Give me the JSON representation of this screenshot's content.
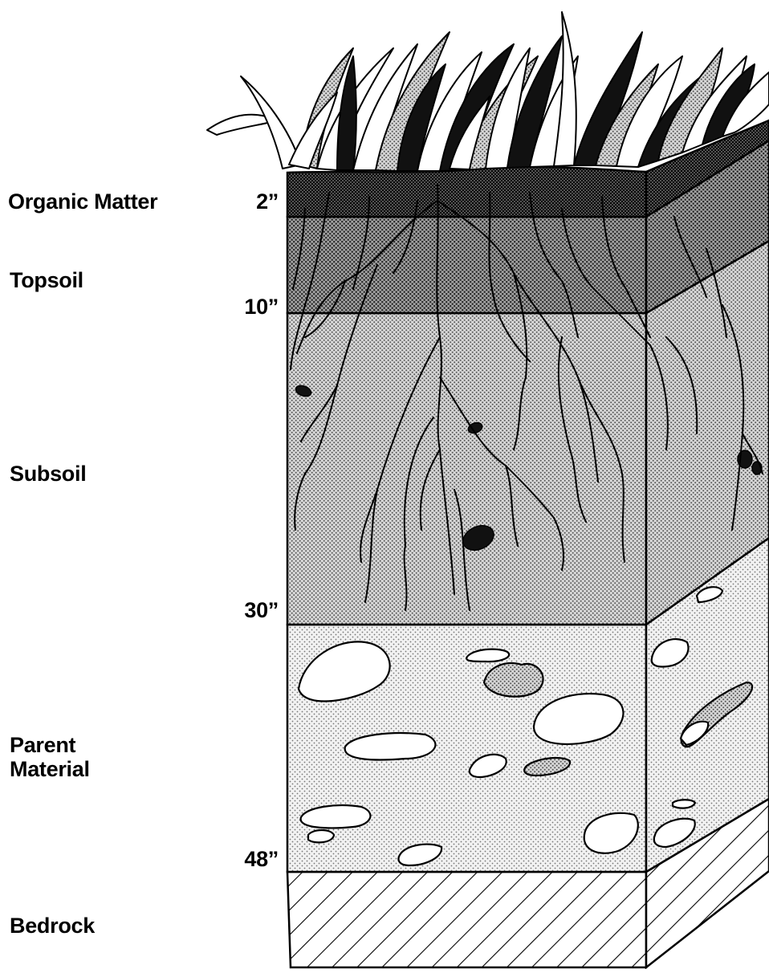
{
  "layers": [
    {
      "id": "organic",
      "label_lines": [
        "Organic Matter"
      ]
    },
    {
      "id": "topsoil",
      "label_lines": [
        "Topsoil"
      ]
    },
    {
      "id": "subsoil",
      "label_lines": [
        "Subsoil"
      ]
    },
    {
      "id": "parent",
      "label_lines": [
        "Parent",
        "Material"
      ]
    },
    {
      "id": "bedrock",
      "label_lines": [
        "Bedrock"
      ]
    }
  ],
  "depths": [
    "2”",
    "10”",
    "30”",
    "48”"
  ]
}
